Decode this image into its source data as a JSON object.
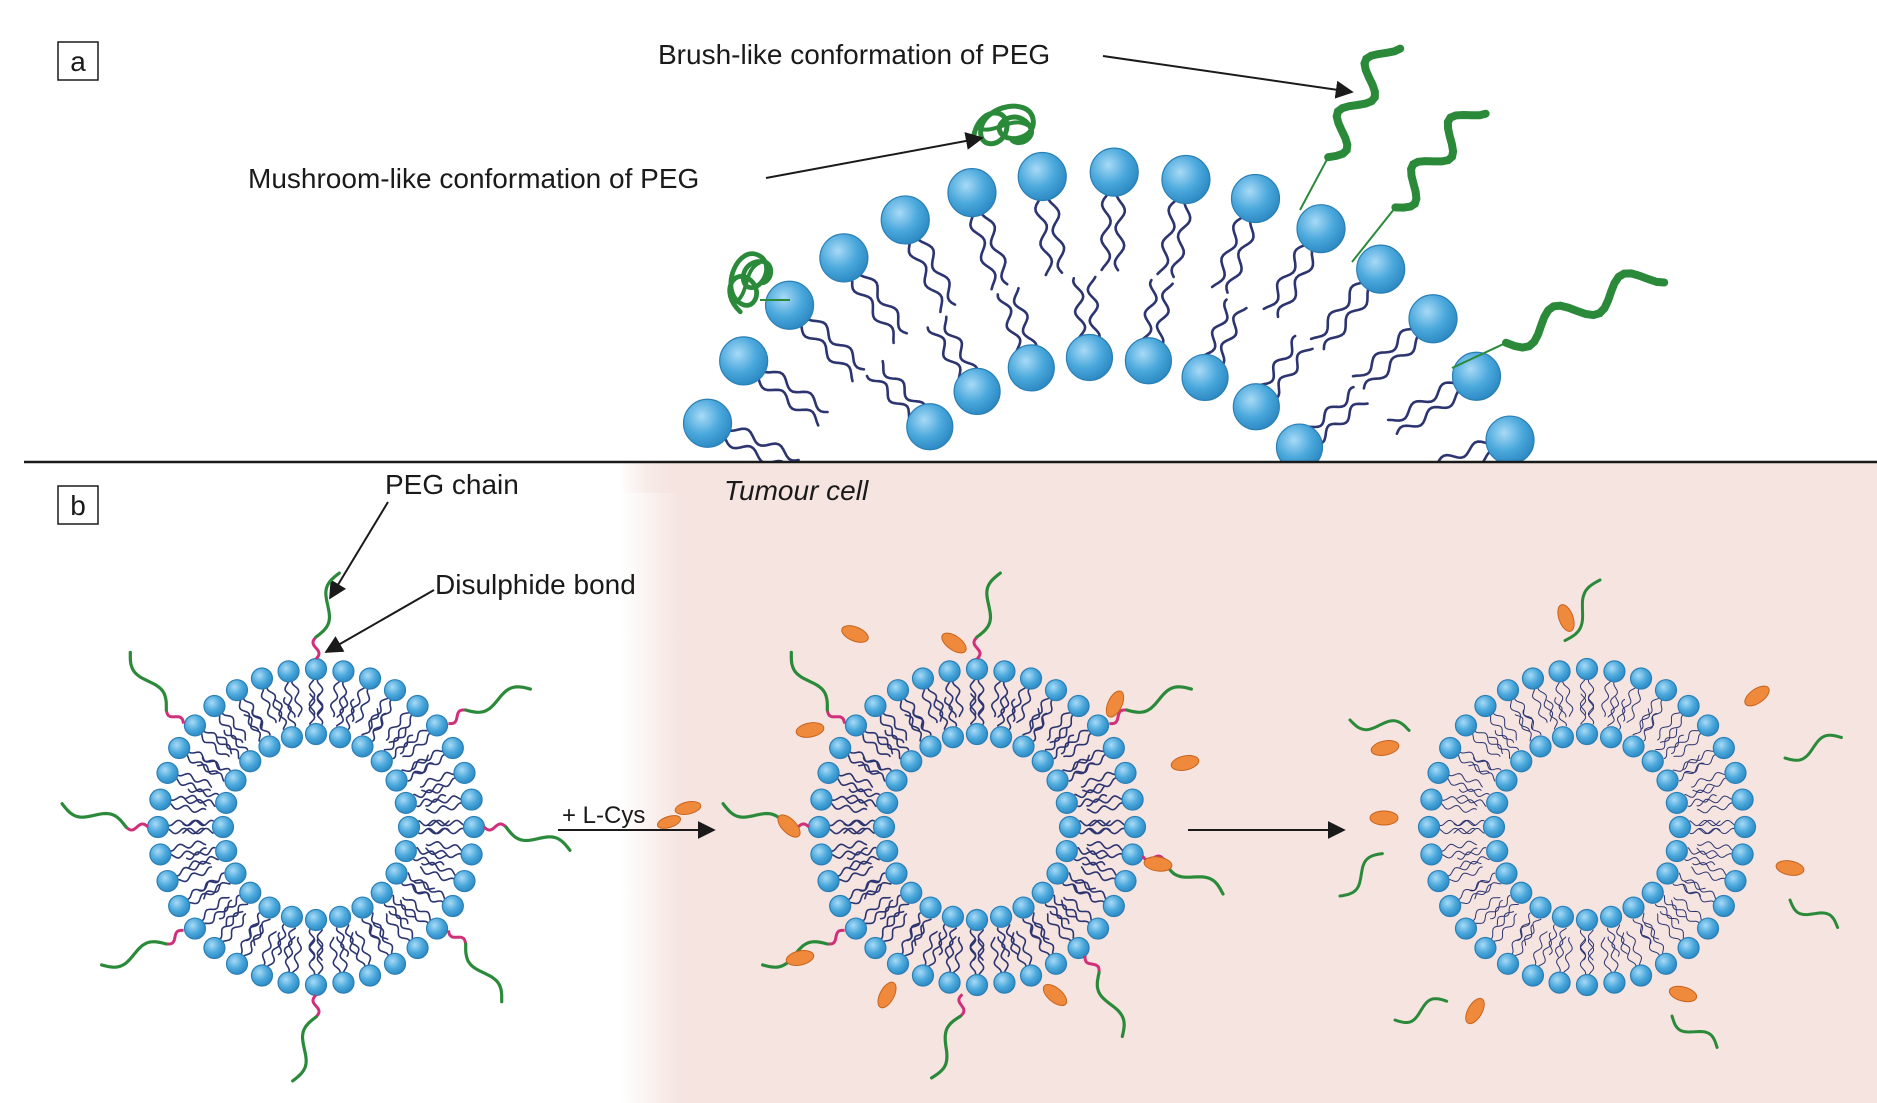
{
  "panel_a": {
    "letter": "a",
    "brush_label": "Brush-like conformation of PEG",
    "mushroom_label": "Mushroom-like conformation of PEG"
  },
  "panel_b": {
    "letter": "b",
    "tumour_label": "Tumour cell",
    "peg_chain_label": "PEG chain",
    "disulphide_label": "Disulphide bond",
    "reagent_label": "+ L-Cys"
  },
  "colors": {
    "lipid_head": "#4aa8dc",
    "lipid_head_edge": "#2a7fb5",
    "lipid_tail": "#2c3570",
    "peg": "#2a8a3a",
    "disulphide": "#d0307a",
    "lcys": "#ef8a3c",
    "tumour_bg": "#f5e4e0"
  }
}
